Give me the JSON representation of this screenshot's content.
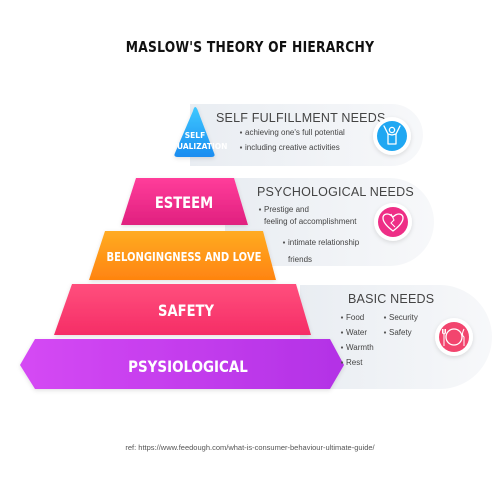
{
  "title": "MASLOW'S THEORY OF HIERARCHY",
  "levels": [
    {
      "label_line1": "SELF",
      "label_line2": "ACTUALIZATION",
      "color_top": "#3ec8ff",
      "color_bottom": "#1a8cf0"
    },
    {
      "label": "ESTEEM",
      "color_top": "#ff3d9a",
      "color_bottom": "#e0207f"
    },
    {
      "label": "BELONGINGNESS AND LOVE",
      "color_top": "#ffab22",
      "color_bottom": "#ff8410"
    },
    {
      "label": "SAFETY",
      "color_top": "#ff4f7d",
      "color_bottom": "#f52d66"
    },
    {
      "label": "PSYSIOLOGICAL",
      "color_top": "#d549f4",
      "color_bottom": "#b332e6"
    }
  ],
  "needs": {
    "self": {
      "heading": "SELF FULFILLMENT NEEDS",
      "items": [
        "achieving one's full potential",
        "including creative activities"
      ],
      "icon": "person-celebrating-icon",
      "icon_color": "#1fa7f2"
    },
    "psych": {
      "heading": "PSYCHOLOGICAL NEEDS",
      "items": [
        "Prestige and",
        "feeling of accomplishment",
        "intimate relationship",
        "friends"
      ],
      "icon": "heart-icon",
      "icon_color": "#ee2e86"
    },
    "basic": {
      "heading": "BASIC NEEDS",
      "items_left": [
        "Food",
        "Water",
        "Warmth",
        "Rest"
      ],
      "items_right": [
        "Security",
        "Safety"
      ],
      "icon": "food-plate-icon",
      "icon_color": "#f2456e"
    }
  },
  "reference": "ref: https://www.feedough.com/what-is-consumer-behaviour-ultimate-guide/"
}
